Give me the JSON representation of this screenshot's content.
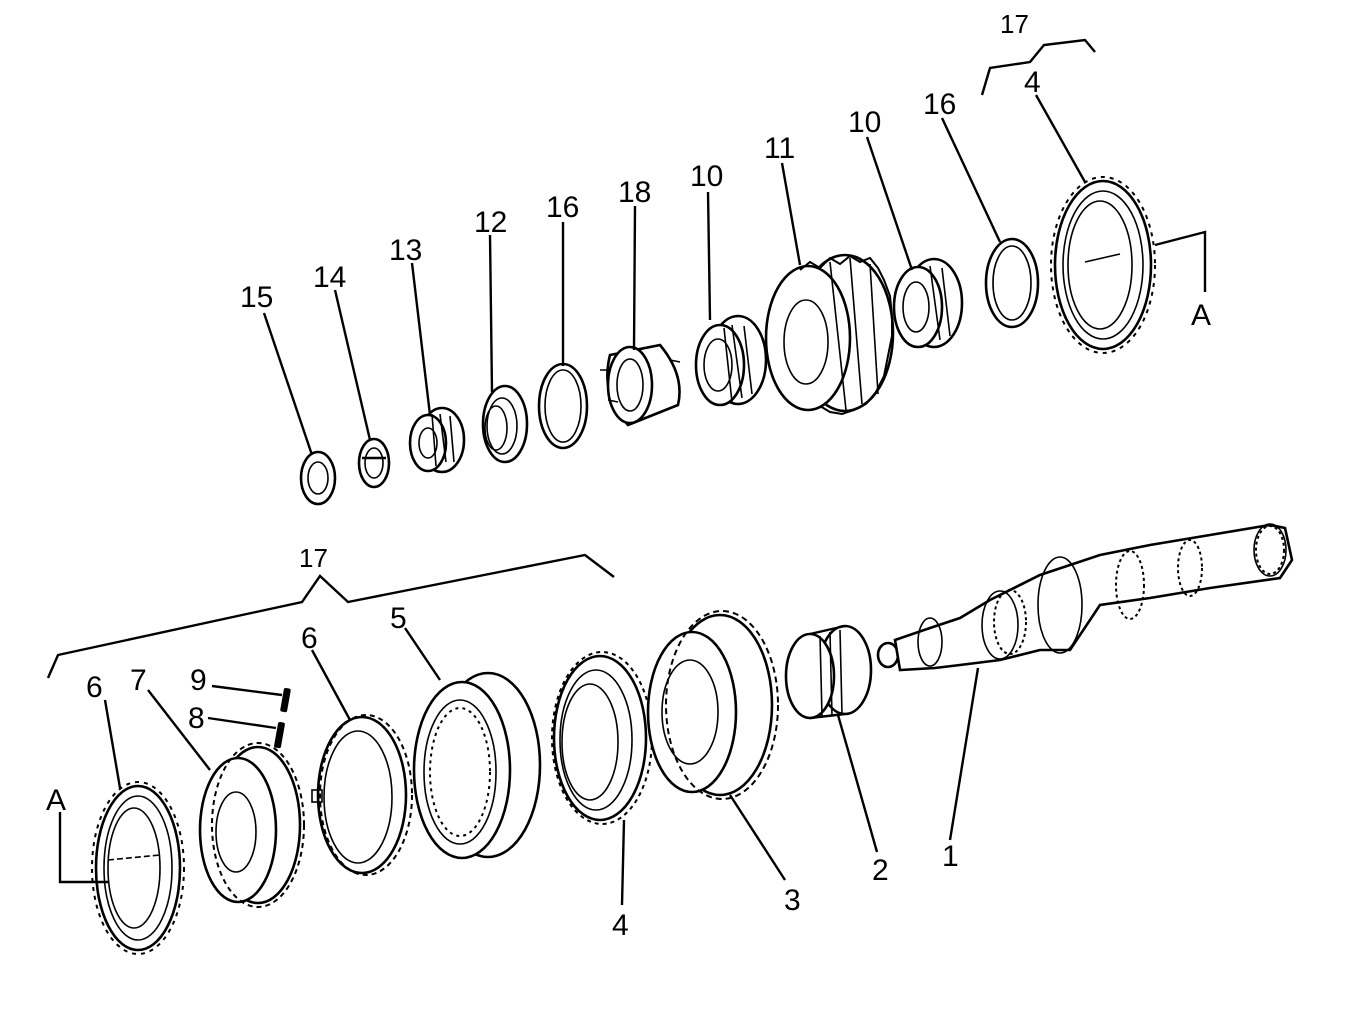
{
  "colors": {
    "line": "#000000",
    "background": "#ffffff"
  },
  "labels": {
    "p15": "15",
    "p14": "14",
    "p13": "13",
    "p12": "12",
    "p16a": "16",
    "p18": "18",
    "p10a": "10",
    "p11": "11",
    "p10b": "10",
    "p16b": "16",
    "p4top": "4",
    "p17top": "17",
    "pAtop": "A",
    "pAbot": "A",
    "p6a": "6",
    "p7": "7",
    "p9": "9",
    "p8": "8",
    "p6b": "6",
    "p5": "5",
    "p17bot": "17",
    "p4bot": "4",
    "p3": "3",
    "p2": "2",
    "p1": "1"
  }
}
